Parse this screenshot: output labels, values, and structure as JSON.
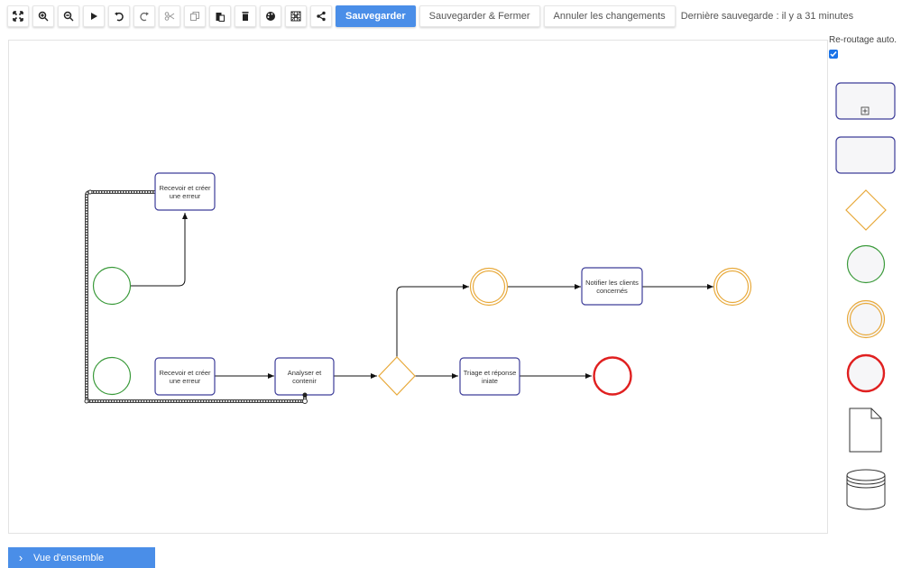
{
  "toolbar": {
    "icons": [
      "fit-to-screen-icon",
      "zoom-in-icon",
      "zoom-out-icon",
      "play-icon",
      "undo-icon",
      "redo-icon",
      "cut-icon",
      "copy-icon",
      "paste-icon",
      "delete-icon",
      "palette-icon",
      "grid-icon",
      "share-icon"
    ],
    "save_label": "Sauvegarder",
    "save_close_label": "Sauvegarder & Fermer",
    "cancel_label": "Annuler les changements",
    "last_save": "Dernière sauvegarde : il y a 31 minutes"
  },
  "reroute": {
    "label": "Re-routage auto.",
    "checked": true
  },
  "diagram": {
    "tasks": {
      "recevoir_top": "Recevoir et créer une erreur",
      "recevoir_bottom": "Recevoir et créer une erreur",
      "analyser": "Analyser et contenir",
      "triage": "Triage et réponse iniate",
      "notifier": "Notifier les clients concernés"
    }
  },
  "palette": [
    "subprocess",
    "task",
    "gateway",
    "start-event",
    "intermediate-event",
    "end-event",
    "data-object",
    "data-store"
  ],
  "colors": {
    "accent": "#4a8ee8",
    "task_border": "#3d3d99",
    "start": "#3a9a3a",
    "intermediate": "#e8a93a",
    "end": "#e02020"
  },
  "overview": {
    "label": "Vue d'ensemble"
  }
}
